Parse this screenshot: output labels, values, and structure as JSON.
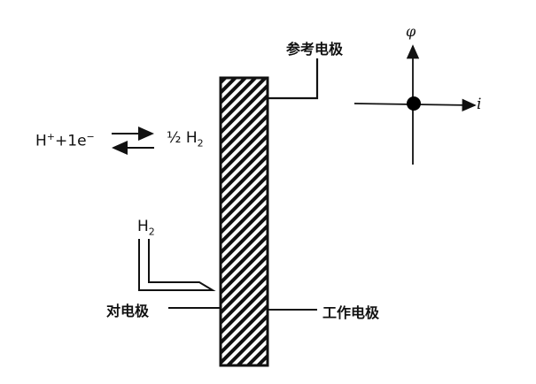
{
  "diagram": {
    "labels": {
      "reference_electrode": "参考电极",
      "counter_electrode": "对电极",
      "working_electrode": "工作电极"
    },
    "reaction": {
      "left": "H",
      "left_sup": "+",
      "left_mid": "+1e",
      "left_sup2": "−",
      "right": "½ H",
      "right_sub": "2"
    },
    "gas": {
      "symbol": "H",
      "sub": "2"
    },
    "axes": {
      "y_label": "φ",
      "x_label": "i"
    },
    "colors": {
      "ink": "#111111",
      "background": "#ffffff"
    }
  }
}
